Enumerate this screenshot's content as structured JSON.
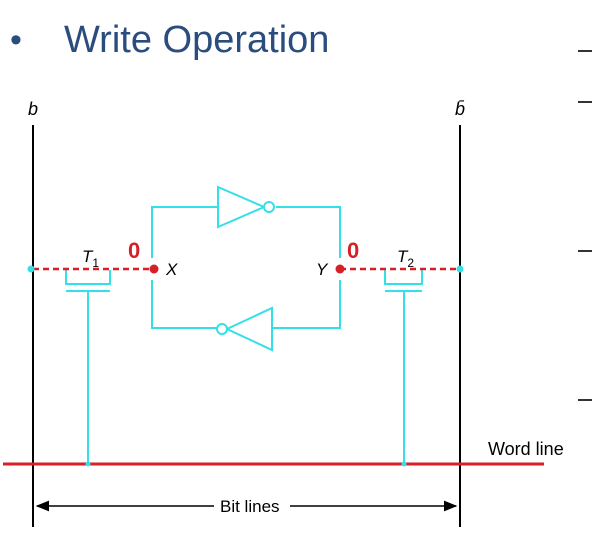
{
  "slide": {
    "bullet": "•",
    "title": "Write Operation"
  },
  "diagram": {
    "bitline_left_label": "b",
    "bitline_right_label": "b̄",
    "transistor_left": {
      "name": "T",
      "sub": "1"
    },
    "transistor_right": {
      "name": "T",
      "sub": "2"
    },
    "node_x_label": "X",
    "node_y_label": "Y",
    "node_x_value": "0",
    "node_y_value": "0",
    "word_line_label": "Word line",
    "bit_lines_label": "Bit lines",
    "colors": {
      "circuit": "#33e0e8",
      "highlight": "#d61f26",
      "wire": "#000000",
      "title": "#2b4c7e"
    }
  }
}
